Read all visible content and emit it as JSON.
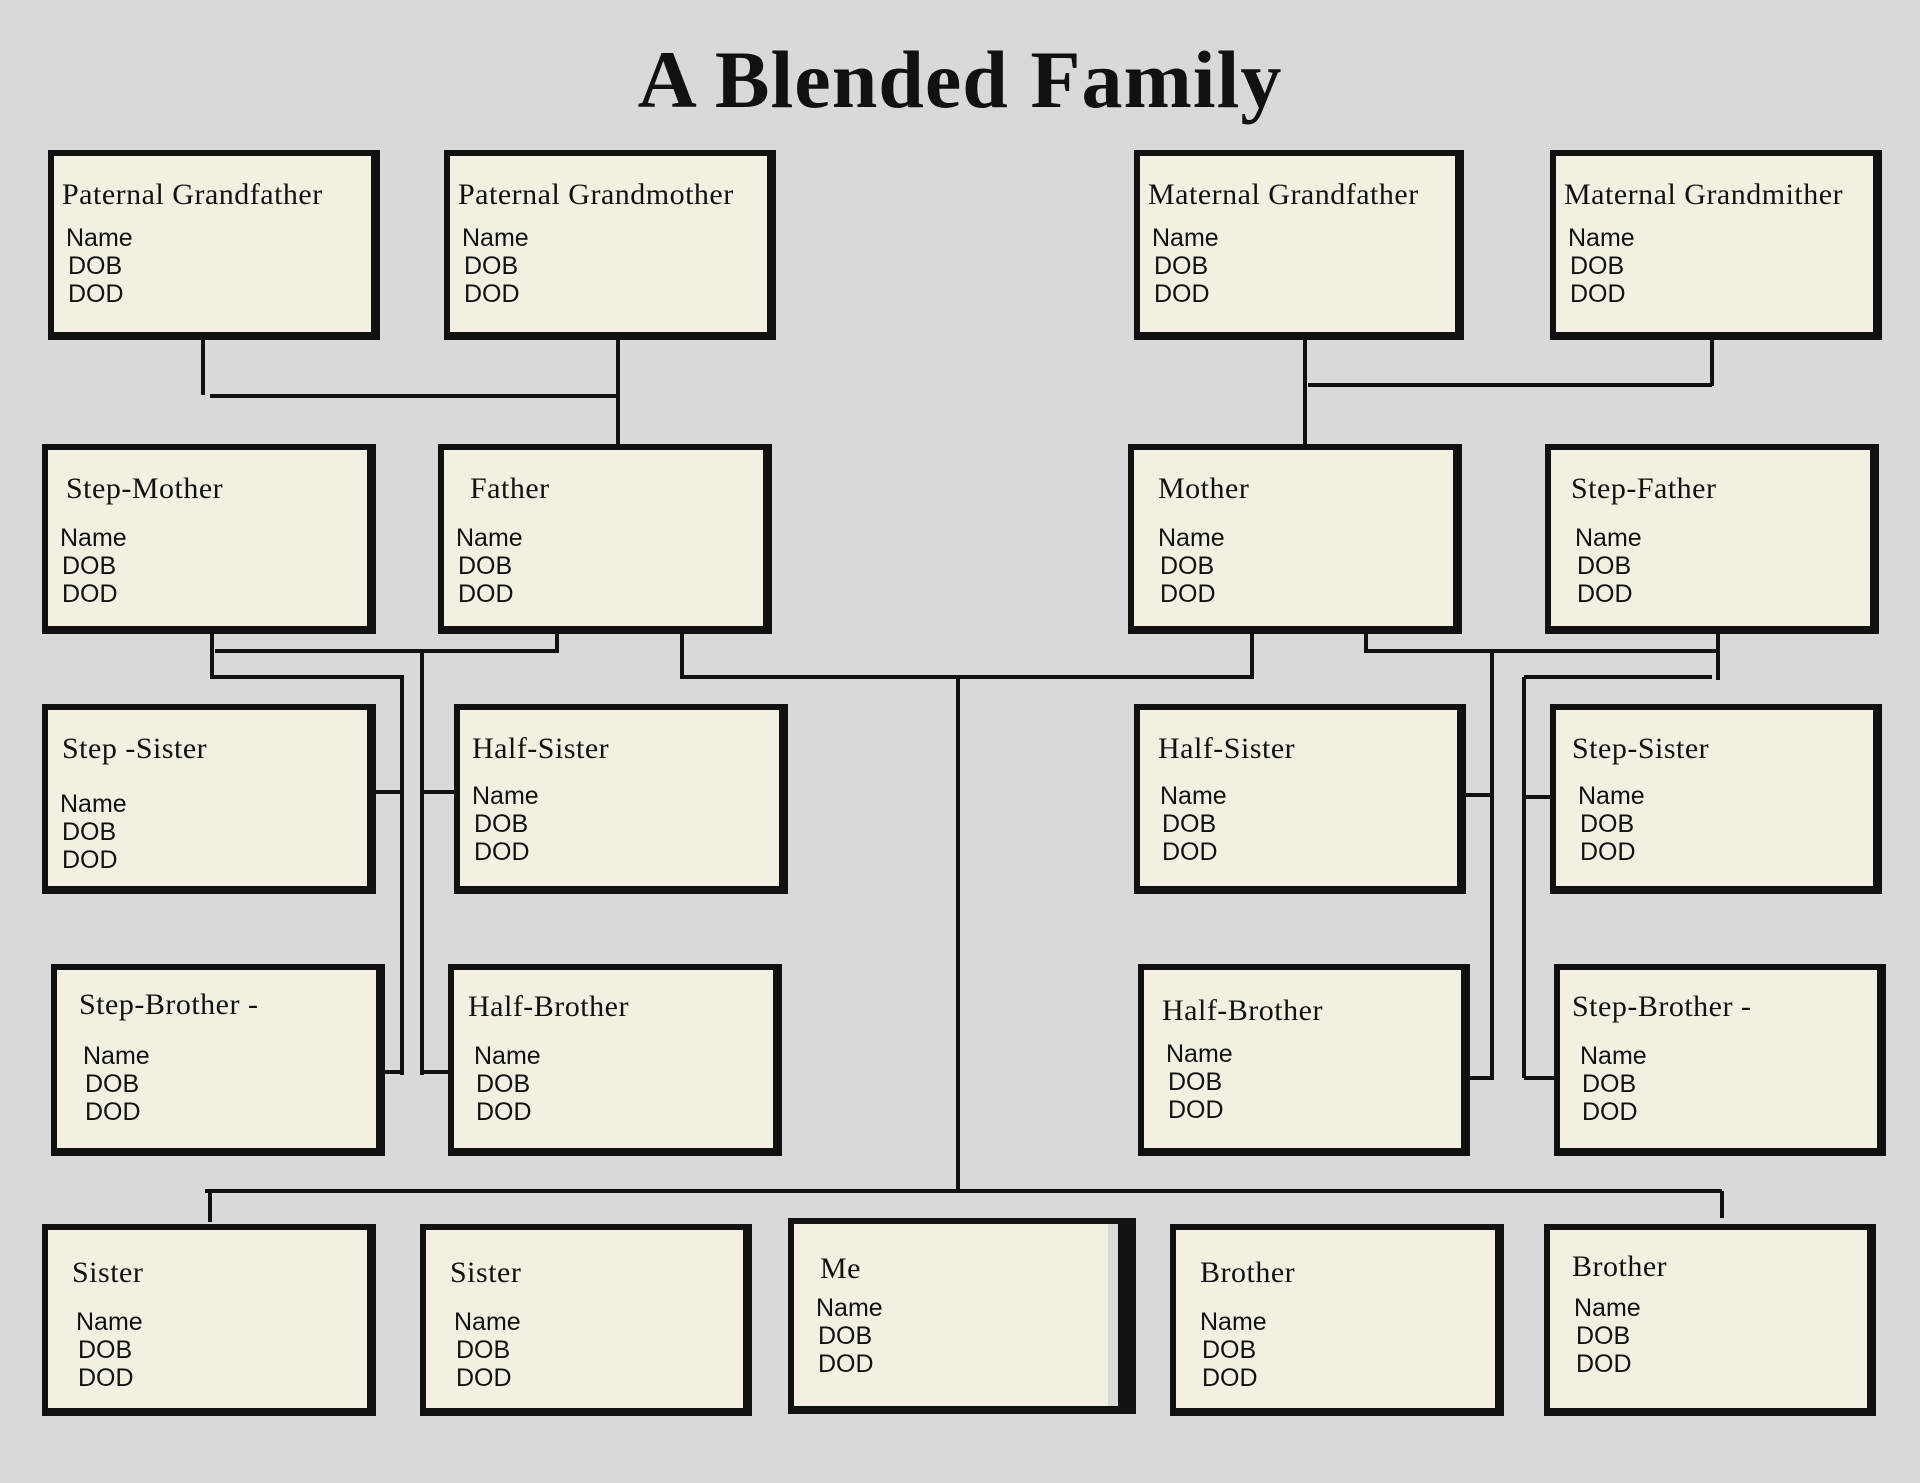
{
  "title": "A Blended Family",
  "field_labels": {
    "name": "Name",
    "dob": "DOB",
    "dod": "DOD"
  },
  "members": {
    "paternal_grandfather": "Paternal Grandfather",
    "paternal_grandmother": "Paternal Grandmother",
    "maternal_grandfather": "Maternal Grandfather",
    "maternal_grandmother": "Maternal Grandmither",
    "step_mother": "Step-Mother",
    "father": "Father",
    "mother": "Mother",
    "step_father": "Step-Father",
    "step_sister_left": "Step -Sister",
    "half_sister_left": "Half-Sister",
    "half_sister_right": "Half-Sister",
    "step_sister_right": "Step-Sister",
    "step_brother_left": "Step-Brother -",
    "half_brother_left": "Half-Brother",
    "half_brother_right": "Half-Brother",
    "step_brother_right": "Step-Brother -",
    "sister_1": "Sister",
    "sister_2": "Sister",
    "me": "Me",
    "brother_1": "Brother",
    "brother_2": "Brother"
  }
}
